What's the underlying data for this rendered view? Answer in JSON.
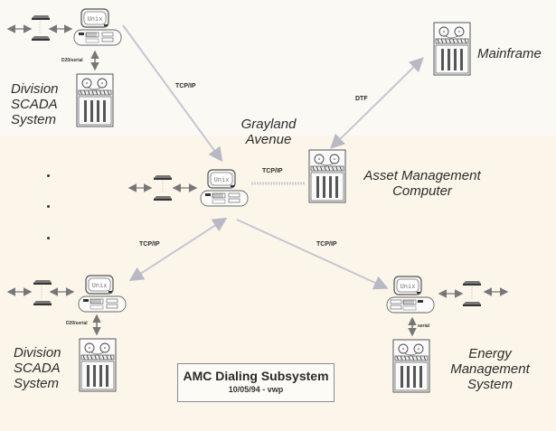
{
  "diagram": {
    "title": "AMC Dialing Subsystem",
    "subtitle": "10/05/94 - vwp",
    "colors": {
      "background": "#fbf9f4",
      "line": "#c9c9d4",
      "ink": "#2c2c2c"
    },
    "nodes": {
      "grayland": {
        "label_line1": "Grayland",
        "label_line2": "Avenue",
        "workstation_screen": "Unix"
      },
      "division_top": {
        "label_line1": "Division",
        "label_line2": "SCADA",
        "label_line3": "System",
        "workstation_screen": "Unix",
        "link_label": "D20/serial"
      },
      "division_bottom": {
        "label_line1": "Division",
        "label_line2": "SCADA",
        "label_line3": "System",
        "workstation_screen": "Unix",
        "link_label": "D20/serial"
      },
      "energy": {
        "label_line1": "Energy",
        "label_line2": "Management",
        "label_line3": "System",
        "workstation_screen": "Unix",
        "link_label": "serial"
      },
      "mainframe": {
        "label": "Mainframe"
      },
      "asset": {
        "label_line1": "Asset Management",
        "label_line2": "Computer"
      }
    },
    "edges": {
      "top_to_grayland": "TCP/IP",
      "grayland_to_asset": "TCP/IP",
      "mainframe_to_asset": "DTF",
      "grayland_to_bottom": "TCP/IP",
      "grayland_to_energy": "TCP/IP"
    },
    "icons": {
      "workstation": "unix-workstation-icon",
      "mainframe": "mainframe-cabinet-icon",
      "modem": "modem-icon",
      "arrow": "double-arrow-icon"
    }
  }
}
